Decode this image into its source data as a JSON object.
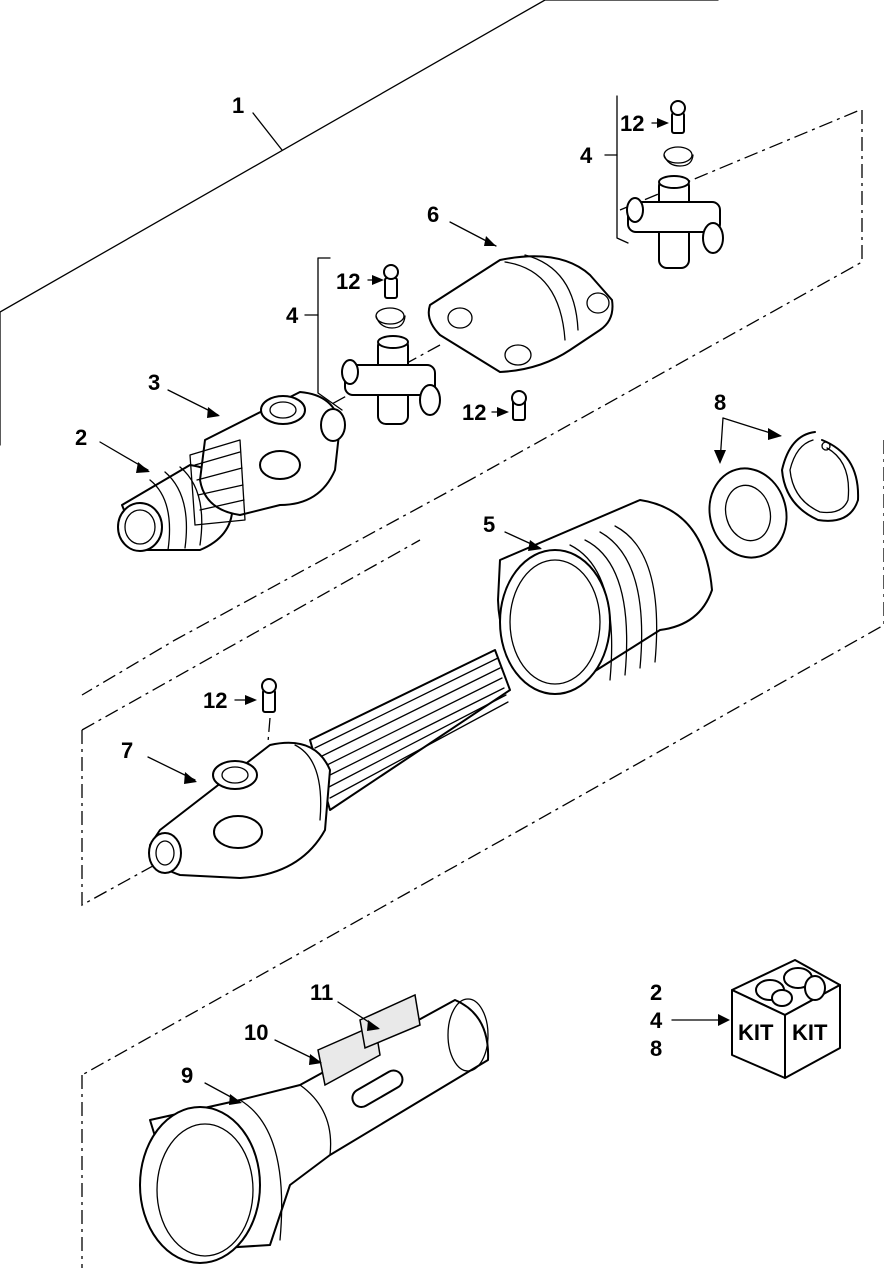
{
  "callouts": {
    "c1": "1",
    "c2": "2",
    "c3": "3",
    "c4a": "4",
    "c4b": "4",
    "c5": "5",
    "c6": "6",
    "c7": "7",
    "c8": "8",
    "c9": "9",
    "c10": "10",
    "c11": "11",
    "c12a": "12",
    "c12b": "12",
    "c12c": "12",
    "c12d": "12"
  },
  "kit": {
    "items": [
      "2",
      "4",
      "8"
    ],
    "face_left": "KIT",
    "face_right": "KIT"
  }
}
